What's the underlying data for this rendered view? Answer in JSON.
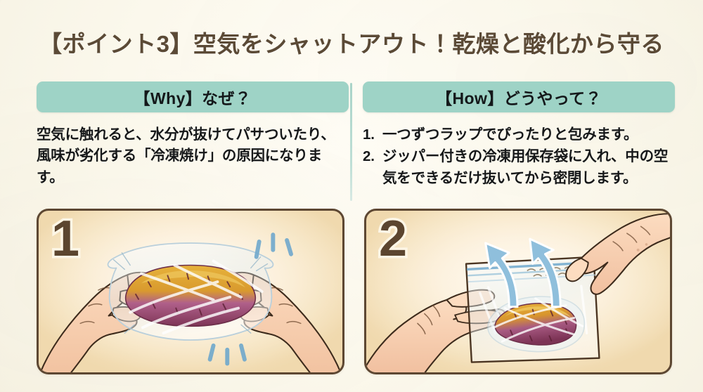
{
  "title": "【ポイント3】空気をシャットアウト！乾燥と酸化から守る",
  "colors": {
    "background": "#fbf8ec",
    "title_text": "#5b4a36",
    "header_bar": "#9ed3c6",
    "header_text": "#14181a",
    "body_text": "#16181a",
    "divider": "#a9d3c8",
    "panel_border": "#5d4732",
    "panel_bg": "#f7e6c4",
    "panel_number": "#5b452f",
    "arrow_blue": "#6fa8cc",
    "sweet_potato_skin": "#8e3f62",
    "sweet_potato_flesh": "#e0a72e"
  },
  "columns": {
    "why": {
      "header": "【Why】なぜ？",
      "body": "空気に触れると、水分が抜けてパサついたり、風味が劣化する「冷凍焼け」の原因になります。"
    },
    "how": {
      "header": "【How】どうやって？",
      "steps": [
        {
          "number": "1.",
          "text": "一つずつラップでぴったりと包みます。"
        },
        {
          "number": "2.",
          "text": "ジッパー付きの冷凍用保存袋に入れ、中の空気をできるだけ抜いてから密閉します。"
        }
      ]
    }
  },
  "panels": [
    {
      "number": "1",
      "caption": "ラップで包んださつまいもを両手で持っているイラスト",
      "icons": [
        "hand-left-icon",
        "hand-right-icon",
        "plastic-wrap-icon",
        "sweet-potato-icon",
        "sparkle-marks-icon"
      ]
    },
    {
      "number": "2",
      "caption": "ジッパー付き保存袋にさつまいもを入れて空気を抜いているイラスト",
      "icons": [
        "hand-left-icon",
        "hand-right-icon",
        "zipper-bag-icon",
        "sweet-potato-icon",
        "air-arrow-icon"
      ]
    }
  ]
}
